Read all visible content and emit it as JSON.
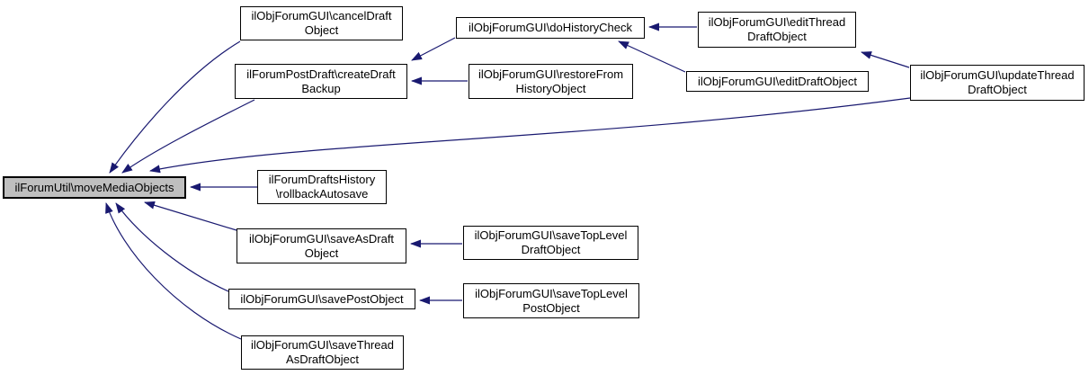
{
  "diagram": {
    "type": "caller-graph",
    "background_color": "#ffffff",
    "edge_color": "#191970",
    "node_fill": "#ffffff",
    "node_border_color": "#000000",
    "highlight_fill": "#bfbfbf",
    "nodes": [
      {
        "id": "moveMediaObjects",
        "label": "ilForumUtil\\moveMediaObjects",
        "highlighted": true
      },
      {
        "id": "cancelDraftObject",
        "label": "ilObjForumGUI\\cancelDraft\nObject",
        "highlighted": false
      },
      {
        "id": "createDraftBackup",
        "label": "ilForumPostDraft\\createDraft\nBackup",
        "highlighted": false
      },
      {
        "id": "doHistoryCheck",
        "label": "ilObjForumGUI\\doHistoryCheck",
        "highlighted": false
      },
      {
        "id": "editThreadDraftObject",
        "label": "ilObjForumGUI\\editThread\nDraftObject",
        "highlighted": false
      },
      {
        "id": "restoreFromHistoryObject",
        "label": "ilObjForumGUI\\restoreFrom\nHistoryObject",
        "highlighted": false
      },
      {
        "id": "editDraftObject",
        "label": "ilObjForumGUI\\editDraftObject",
        "highlighted": false
      },
      {
        "id": "updateThreadDraftObject",
        "label": "ilObjForumGUI\\updateThread\nDraftObject",
        "highlighted": false
      },
      {
        "id": "rollbackAutosave",
        "label": "ilForumDraftsHistory\n\\rollbackAutosave",
        "highlighted": false
      },
      {
        "id": "saveAsDraftObject",
        "label": "ilObjForumGUI\\saveAsDraft\nObject",
        "highlighted": false
      },
      {
        "id": "saveTopLevelDraftObject",
        "label": "ilObjForumGUI\\saveTopLevel\nDraftObject",
        "highlighted": false
      },
      {
        "id": "savePostObject",
        "label": "ilObjForumGUI\\savePostObject",
        "highlighted": false
      },
      {
        "id": "saveTopLevelPostObject",
        "label": "ilObjForumGUI\\saveTopLevel\nPostObject",
        "highlighted": false
      },
      {
        "id": "saveThreadAsDraftObject",
        "label": "ilObjForumGUI\\saveThread\nAsDraftObject",
        "highlighted": false
      }
    ],
    "edges": [
      {
        "from": "cancelDraftObject",
        "to": "moveMediaObjects"
      },
      {
        "from": "createDraftBackup",
        "to": "moveMediaObjects"
      },
      {
        "from": "updateThreadDraftObject",
        "to": "moveMediaObjects"
      },
      {
        "from": "rollbackAutosave",
        "to": "moveMediaObjects"
      },
      {
        "from": "saveAsDraftObject",
        "to": "moveMediaObjects"
      },
      {
        "from": "savePostObject",
        "to": "moveMediaObjects"
      },
      {
        "from": "saveThreadAsDraftObject",
        "to": "moveMediaObjects"
      },
      {
        "from": "doHistoryCheck",
        "to": "createDraftBackup"
      },
      {
        "from": "restoreFromHistoryObject",
        "to": "createDraftBackup"
      },
      {
        "from": "editThreadDraftObject",
        "to": "doHistoryCheck"
      },
      {
        "from": "editDraftObject",
        "to": "doHistoryCheck"
      },
      {
        "from": "updateThreadDraftObject",
        "to": "editThreadDraftObject"
      },
      {
        "from": "saveTopLevelDraftObject",
        "to": "saveAsDraftObject"
      },
      {
        "from": "saveTopLevelPostObject",
        "to": "savePostObject"
      }
    ]
  }
}
